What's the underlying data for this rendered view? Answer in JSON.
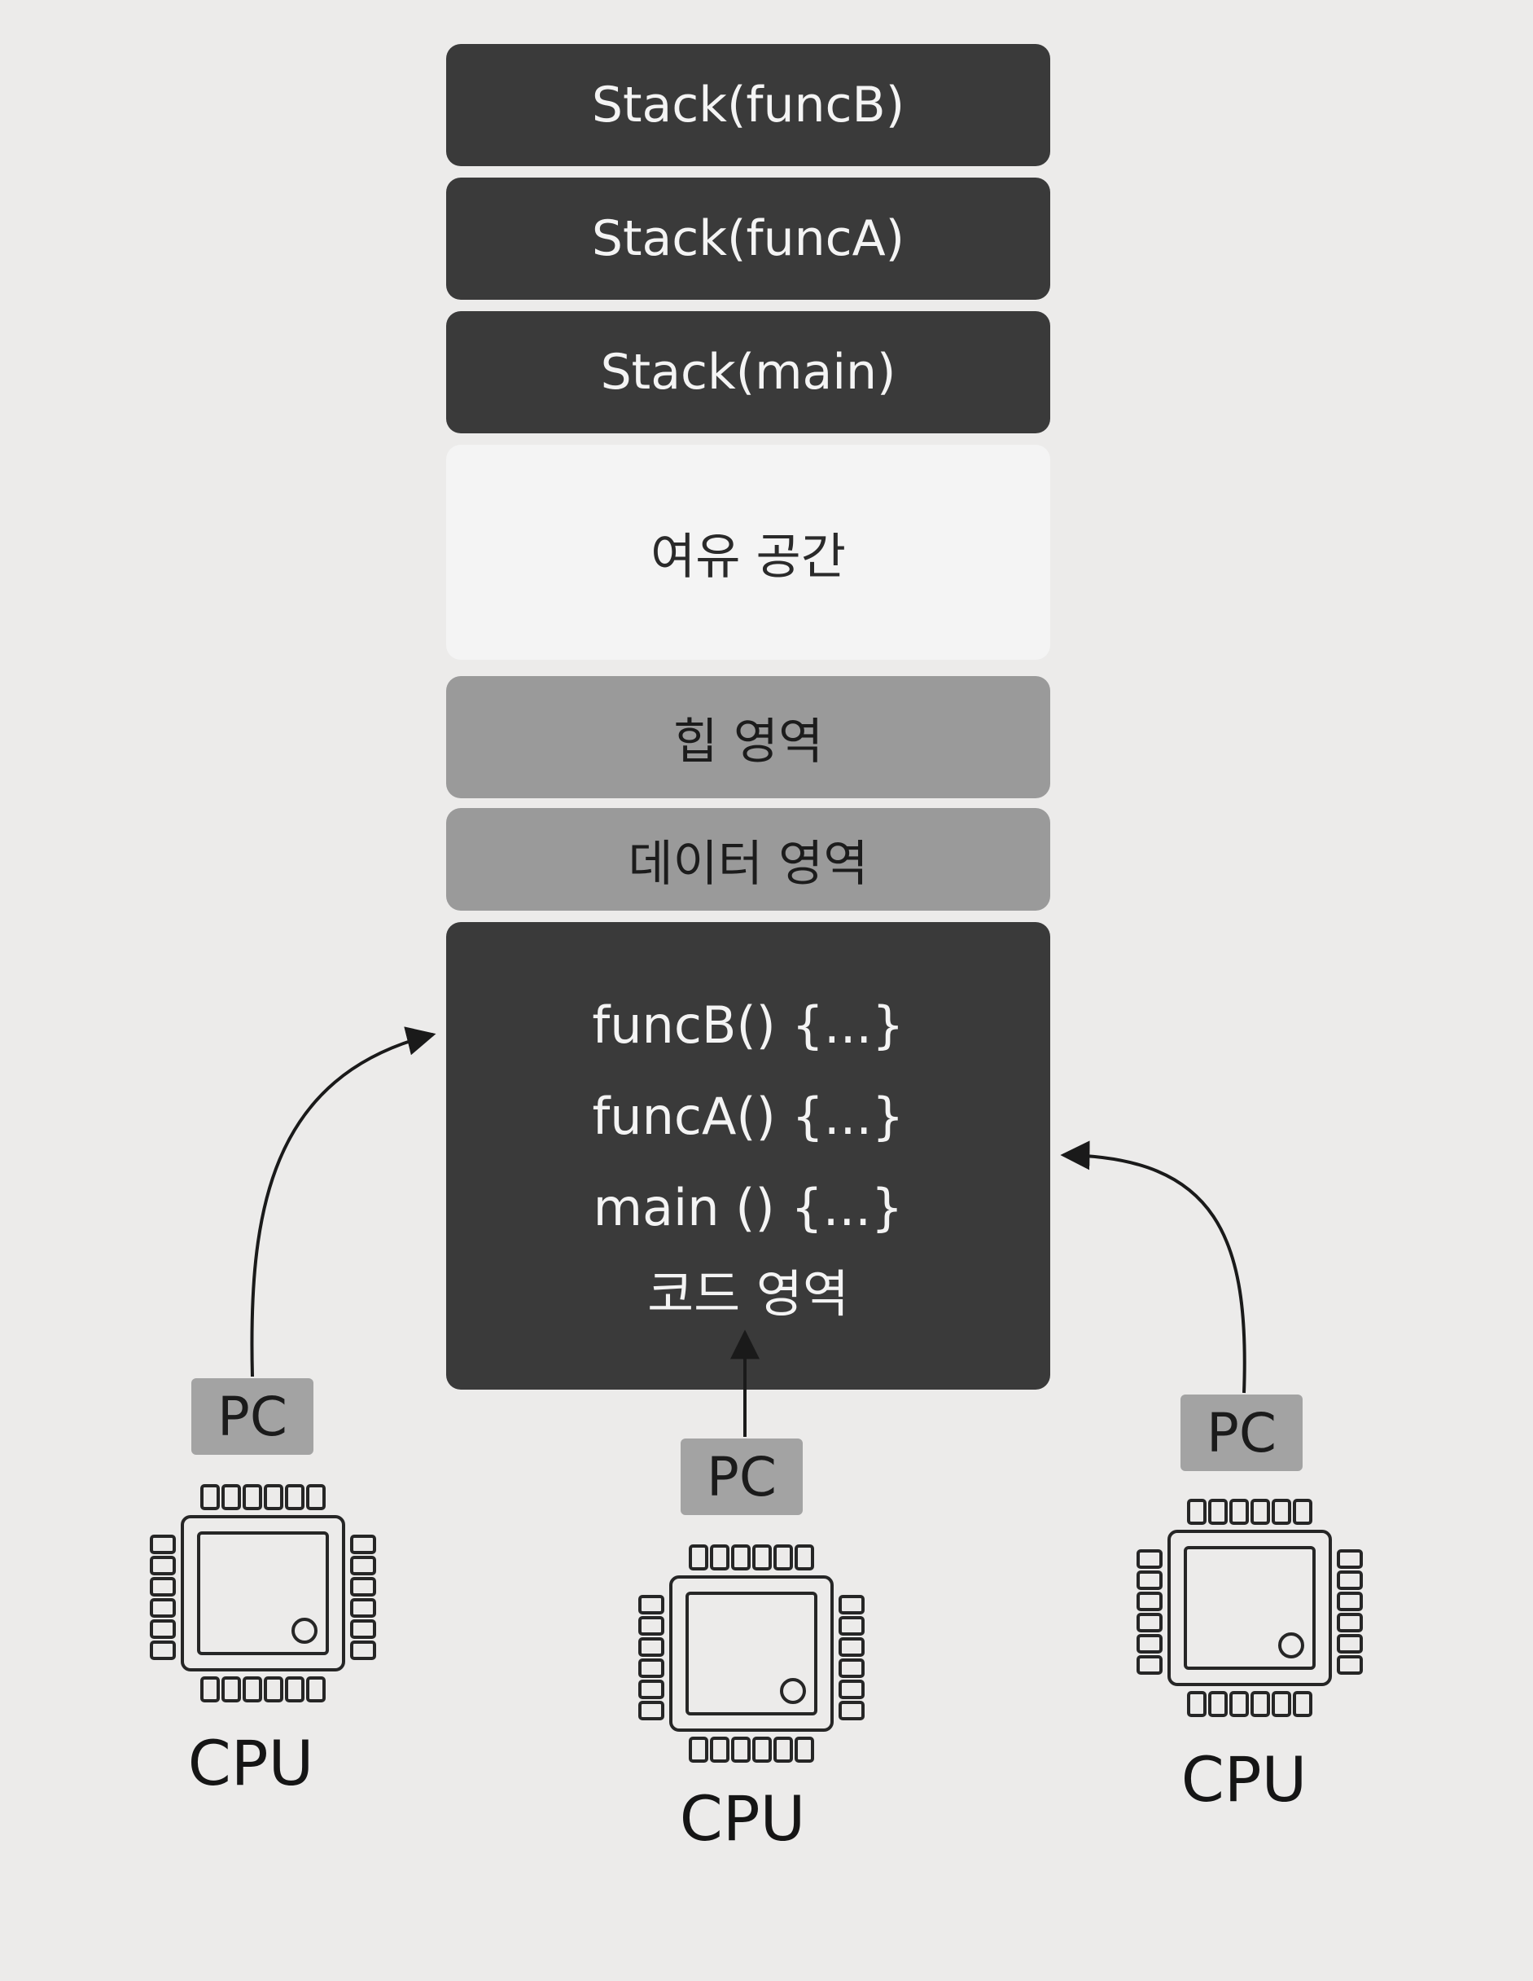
{
  "memory": {
    "stack_funcB": "Stack(funcB)",
    "stack_funcA": "Stack(funcA)",
    "stack_main": "Stack(main)",
    "free_space": "여유 공간",
    "heap": "힙 영역",
    "data": "데이터 영역",
    "code": {
      "lines": [
        "funcB() {...}",
        "funcA() {...}",
        "main () {...}"
      ],
      "title": "코드 영역"
    }
  },
  "cpus": [
    {
      "pc_label": "PC",
      "cpu_label": "CPU"
    },
    {
      "pc_label": "PC",
      "cpu_label": "CPU"
    },
    {
      "pc_label": "PC",
      "cpu_label": "CPU"
    }
  ],
  "colors": {
    "dark_block": "#3a3a3a",
    "free_block": "#f4f4f4",
    "mid_block": "#9a9a9a",
    "pc_box": "#a3a3a3"
  }
}
